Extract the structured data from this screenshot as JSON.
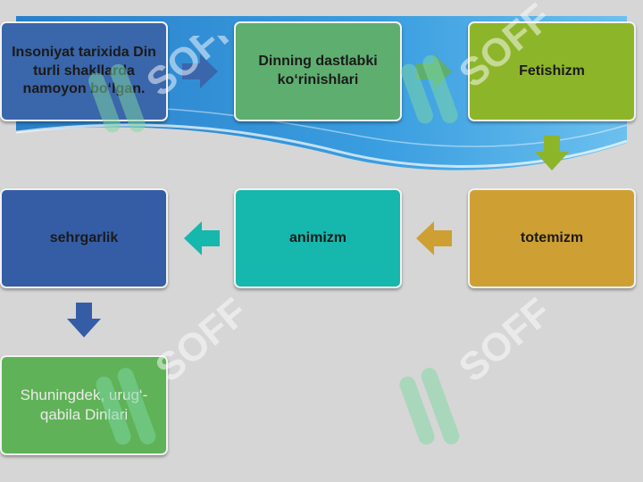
{
  "boxes": [
    {
      "text": "Insoniyat tarixida Din turli shakllarda namoyon bo‘lgan.",
      "color": "#3a66ab"
    },
    {
      "text": "Dinning dastlabki ko‘rinishlari",
      "color": "#5eae70"
    },
    {
      "text": "Fetishizm",
      "color": "#8db52a"
    },
    {
      "text": "totemizm",
      "color": "#cea033"
    },
    {
      "text": "animizm",
      "color": "#16b7ad"
    },
    {
      "text": "sehrgarlik",
      "color": "#355da6"
    },
    {
      "text": "Shuningdek, urug‘-qabila Dinlari",
      "color": "#5fb257"
    }
  ],
  "arrow_colors": {
    "right_1": "#3a66ab",
    "right_2": "#5eae70",
    "down_1": "#8db52a",
    "left_1": "#cea033",
    "left_2": "#16b7ad",
    "down_2": "#355da6"
  },
  "banner_color": "#2f8fd4",
  "watermark": {
    "text": "SOFF",
    "color": "#ffffff"
  }
}
